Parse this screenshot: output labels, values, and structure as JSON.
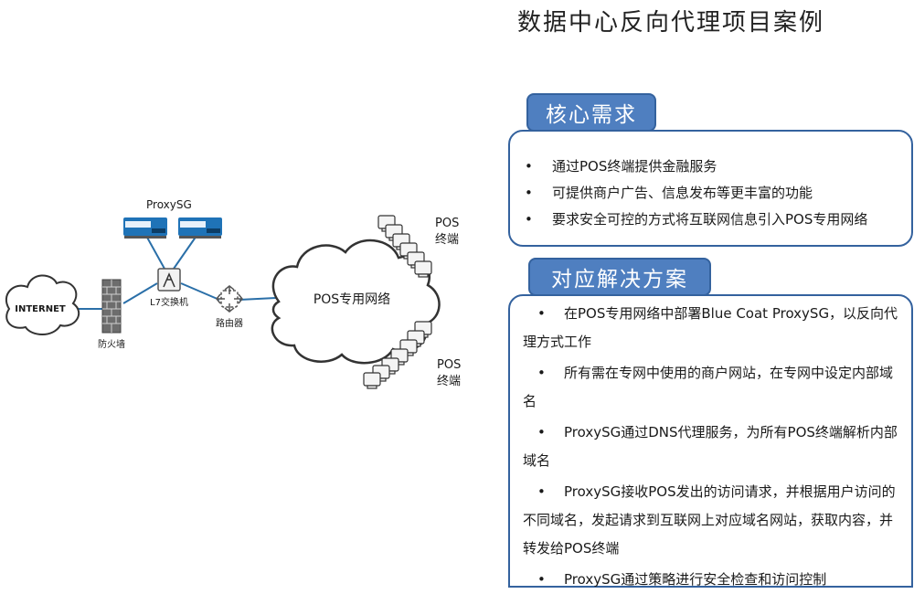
{
  "title": "数据中心反向代理项目案例",
  "diagram": {
    "internet_label": "INTERNET",
    "firewall_label": "防火墙",
    "proxysg_label": "ProxySG",
    "switch_label": "L7交换机",
    "router_label": "路由器",
    "cloud_label": "POS专用网络",
    "pos_top_label": [
      "POS",
      "终端"
    ],
    "pos_bottom_label": [
      "POS",
      "终端"
    ],
    "colors": {
      "link": "#2a6fa8",
      "device": "#1f73b7",
      "cloud_stroke": "#333333"
    }
  },
  "needs": {
    "heading": "核心需求",
    "items": [
      "通过POS终端提供金融服务",
      "可提供商户广告、信息发布等更丰富的功能",
      "要求安全可控的方式将互联网信息引入POS专用网络"
    ]
  },
  "solution": {
    "heading": "对应解决方案",
    "items": [
      "在POS专用网络中部署Blue Coat ProxySG，以反向代理方式工作",
      "所有需在专网中使用的商户网站，在专网中设定内部域名",
      "ProxySG通过DNS代理服务，为所有POS终端解析内部域名",
      "ProxySG接收POS发出的访问请求，并根据用户访问的不同域名，发起请求到互联网上对应域名网站，获取内容，并转发给POS终端",
      "ProxySG通过策略进行安全检查和访问控制"
    ]
  },
  "accent": "#4f7fc0",
  "border": "#34629e"
}
